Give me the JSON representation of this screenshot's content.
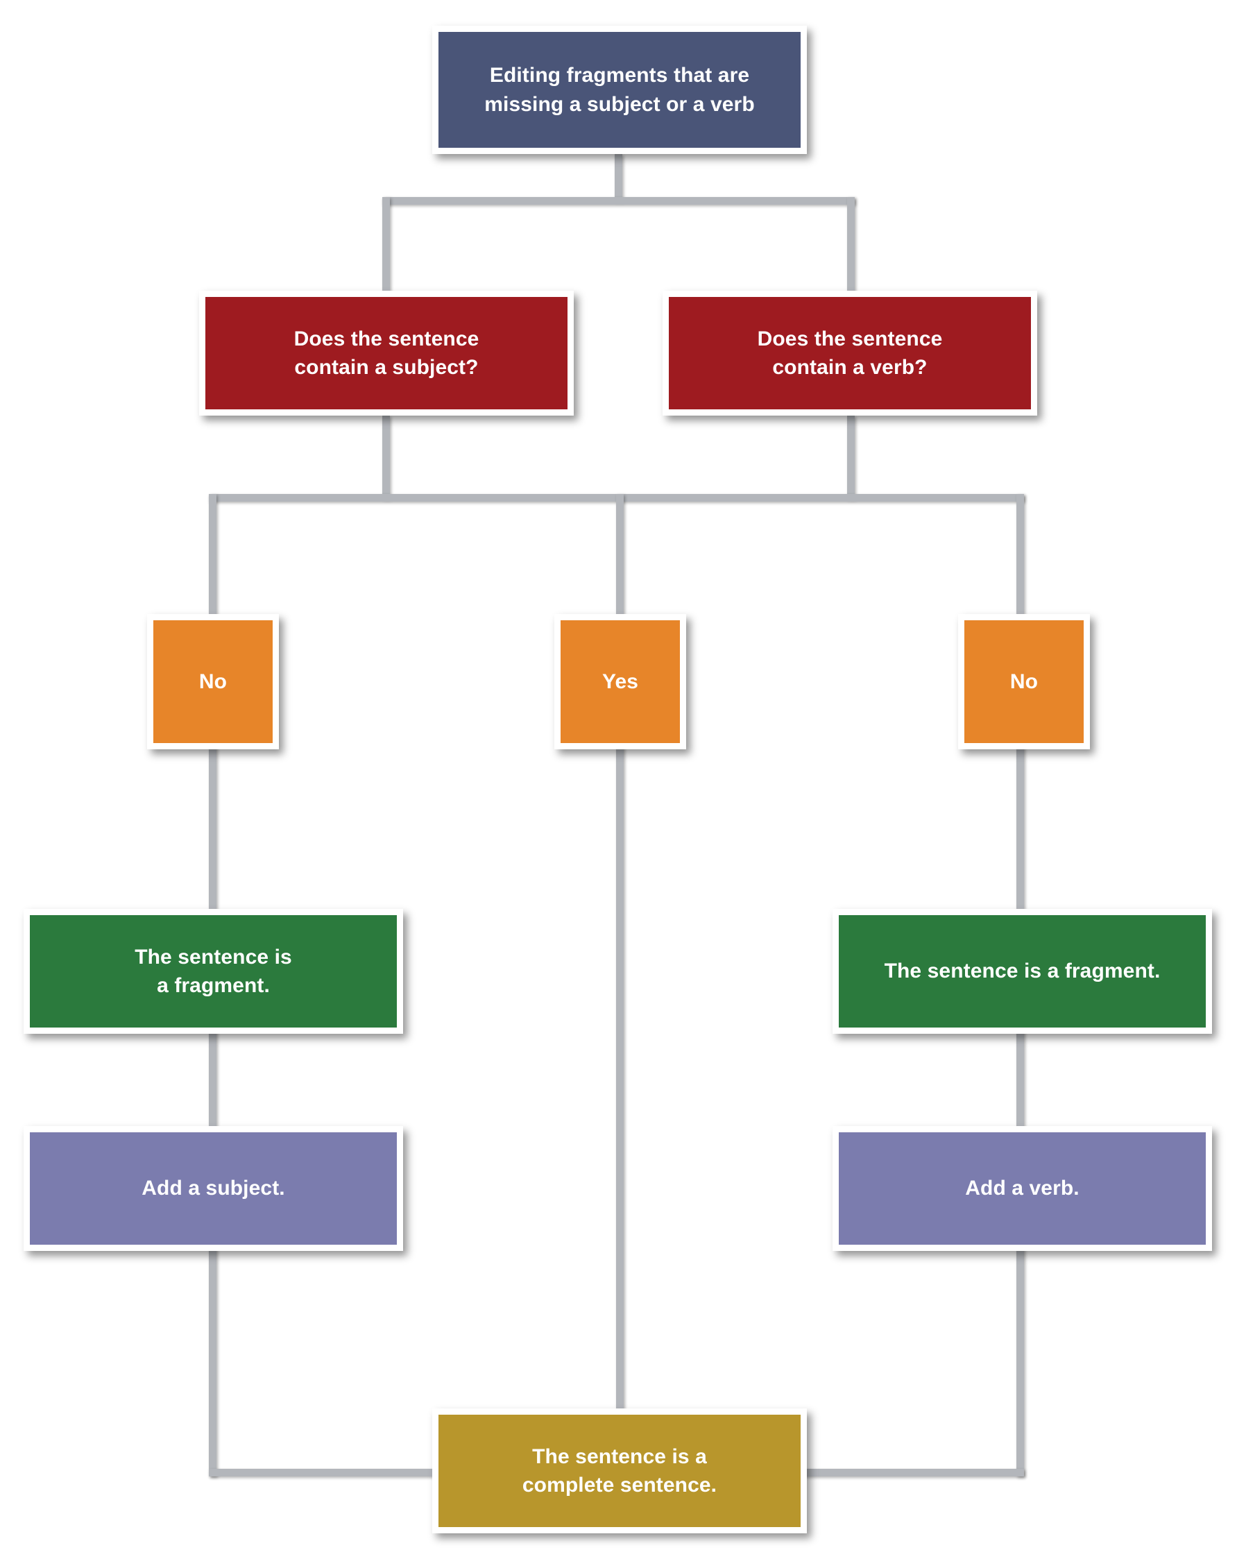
{
  "diagram": {
    "type": "flowchart",
    "title": "Editing fragments that are missing a subject or a verb",
    "colors": {
      "title_box": "#4a5578",
      "decision_box": "#9e1b20",
      "answer_box": "#e78529",
      "fragment_box": "#2b7a3d",
      "action_box": "#7b7cae",
      "complete_box": "#b8962c",
      "connector": "#b3b6bb",
      "box_border": "#ffffff",
      "text": "#ffffff"
    },
    "nodes": {
      "title": "Editing fragments that are\nmissing a subject or a verb",
      "subject_question": "Does the sentence\ncontain a subject?",
      "verb_question": "Does the sentence\ncontain a verb?",
      "answer_no_left": "No",
      "answer_yes_middle": "Yes",
      "answer_no_right": "No",
      "fragment_left": "The sentence is\na fragment.",
      "fragment_right": "The sentence is a fragment.",
      "action_add_subject": "Add a subject.",
      "action_add_verb": "Add a verb.",
      "complete": "The sentence is a\ncomplete sentence."
    },
    "edges": [
      {
        "from": "title",
        "to": "subject_question"
      },
      {
        "from": "title",
        "to": "verb_question"
      },
      {
        "from": "subject_question",
        "to": "answer_no_left"
      },
      {
        "from": "subject_question",
        "to": "answer_yes_middle"
      },
      {
        "from": "verb_question",
        "to": "answer_yes_middle"
      },
      {
        "from": "verb_question",
        "to": "answer_no_right"
      },
      {
        "from": "answer_no_left",
        "to": "fragment_left"
      },
      {
        "from": "fragment_left",
        "to": "action_add_subject"
      },
      {
        "from": "action_add_subject",
        "to": "complete"
      },
      {
        "from": "answer_no_right",
        "to": "fragment_right"
      },
      {
        "from": "fragment_right",
        "to": "action_add_verb"
      },
      {
        "from": "action_add_verb",
        "to": "complete"
      },
      {
        "from": "answer_yes_middle",
        "to": "complete"
      }
    ]
  }
}
